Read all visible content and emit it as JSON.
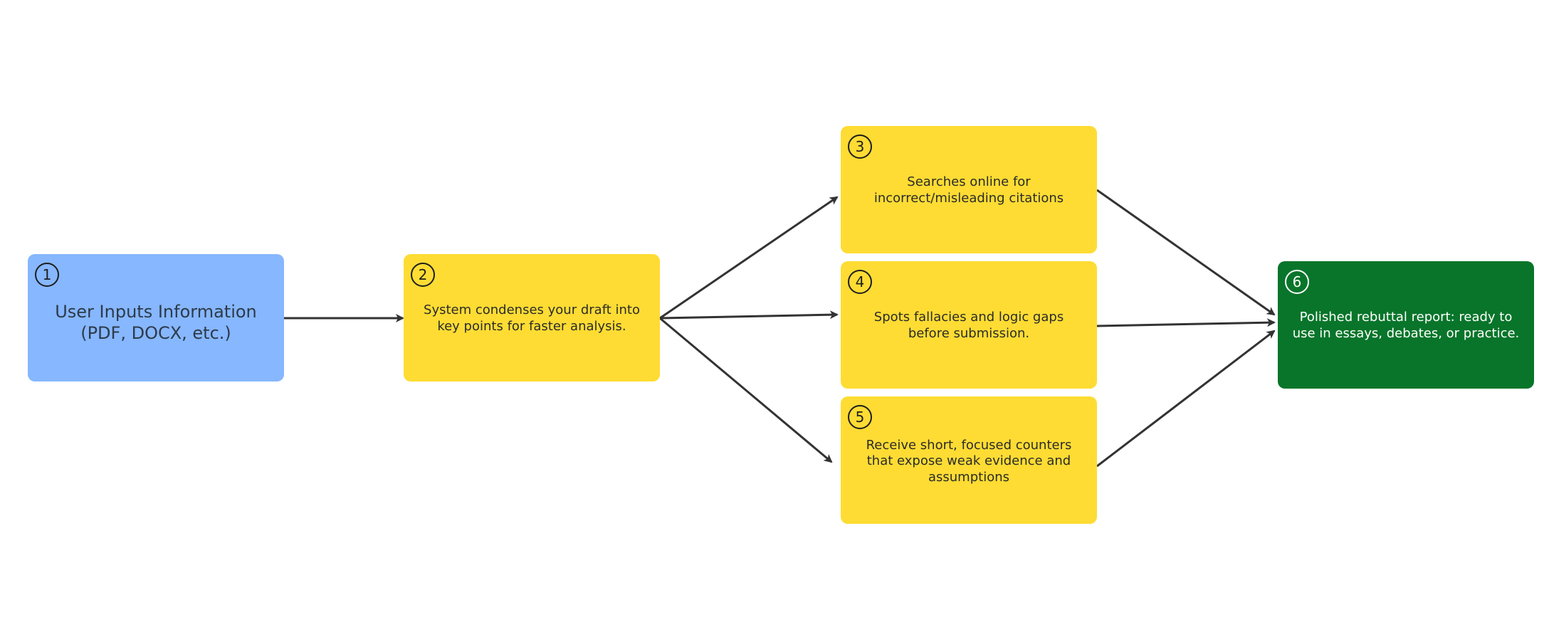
{
  "nodes": [
    {
      "id": "n1",
      "number": "1",
      "text": "User Inputs Information\n(PDF, DOCX, etc.)",
      "color": "#86b7ff"
    },
    {
      "id": "n2",
      "number": "2",
      "text": "System condenses your draft into\nkey points for faster analysis.",
      "color": "#fedc33"
    },
    {
      "id": "n3",
      "number": "3",
      "text": "Searches online for\nincorrect/misleading citations",
      "color": "#fedc33"
    },
    {
      "id": "n4",
      "number": "4",
      "text": "Spots fallacies and logic gaps\nbefore submission.",
      "color": "#fedc33"
    },
    {
      "id": "n5",
      "number": "5",
      "text": "Receive short, focused counters\nthat  expose weak evidence and\nassumptions",
      "color": "#fedc33"
    },
    {
      "id": "n6",
      "number": "6",
      "text": "Polished rebuttal report: ready to\nuse in essays, debates, or practice.",
      "color": "#08752a"
    }
  ],
  "edges": [
    {
      "from": "1",
      "to": "2"
    },
    {
      "from": "2",
      "to": "3"
    },
    {
      "from": "2",
      "to": "4"
    },
    {
      "from": "2",
      "to": "5"
    },
    {
      "from": "3",
      "to": "6"
    },
    {
      "from": "4",
      "to": "6"
    },
    {
      "from": "5",
      "to": "6"
    }
  ]
}
